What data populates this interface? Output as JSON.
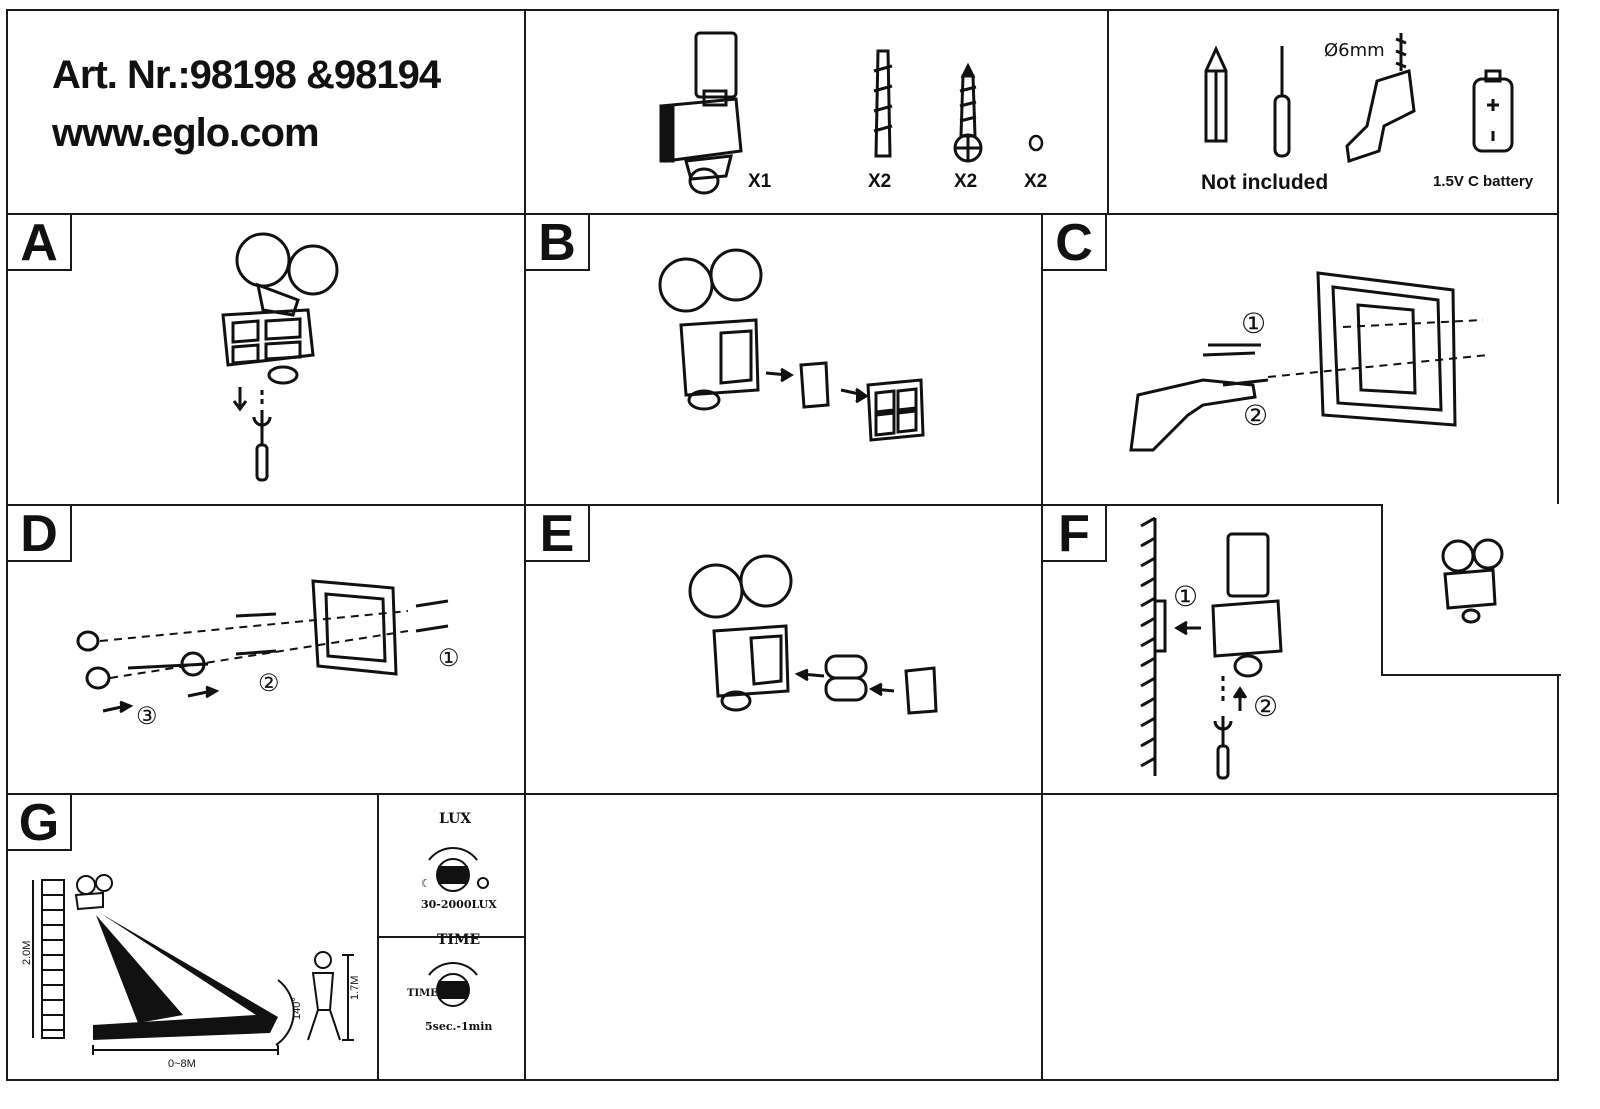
{
  "header": {
    "article_number": "Art. Nr.:98198 &98194",
    "website": "www.eglo.com"
  },
  "parts": [
    {
      "name": "lamp",
      "qty": "X1"
    },
    {
      "name": "wall-plug",
      "qty": "X2"
    },
    {
      "name": "screw",
      "qty": "X2"
    },
    {
      "name": "cap",
      "qty": "X2"
    }
  ],
  "tools": {
    "drill_bit_size": "Ø6mm",
    "not_included": "Not included",
    "battery": "1.5V C battery"
  },
  "steps": {
    "a": "A",
    "b": "B",
    "c": "C",
    "d": "D",
    "e": "E",
    "f": "F",
    "g": "G"
  },
  "step_c_callouts": [
    "①",
    "②"
  ],
  "step_d_callouts": [
    "①",
    "②",
    "③"
  ],
  "step_f_callouts": [
    "①",
    "②"
  ],
  "detection": {
    "height": "2.0M",
    "person_height": "1.7M",
    "angle": "140°",
    "range": "0~8M"
  },
  "lux_dial": {
    "title": "LUX",
    "range": "30-2000LUX"
  },
  "time_dial": {
    "title": "TIME",
    "label": "TIME",
    "range": "5sec.-1min"
  }
}
